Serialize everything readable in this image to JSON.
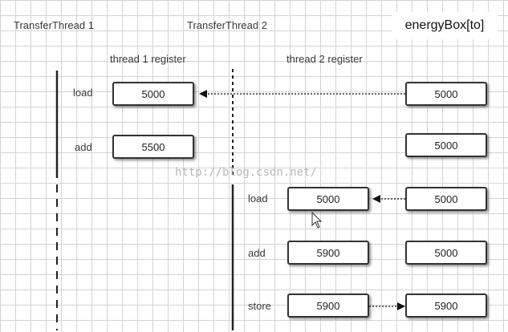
{
  "columns": {
    "thread1": "TransferThread 1",
    "thread2": "TransferThread 2",
    "memory": "energyBox[to]"
  },
  "registers": {
    "thread1": "thread 1 register",
    "thread2": "thread 2 register"
  },
  "steps": [
    {
      "op": "load",
      "thread": 1,
      "register": "5000",
      "memory": "5000"
    },
    {
      "op": "add",
      "thread": 1,
      "register": "5500",
      "memory": "5000"
    },
    {
      "op": "load",
      "thread": 2,
      "register": "5000",
      "memory": "5000"
    },
    {
      "op": "add",
      "thread": 2,
      "register": "5900",
      "memory": "5000"
    },
    {
      "op": "store",
      "thread": 2,
      "register": "5900",
      "memory": "5900"
    }
  ],
  "watermark": "http://blog.csdn.net/"
}
